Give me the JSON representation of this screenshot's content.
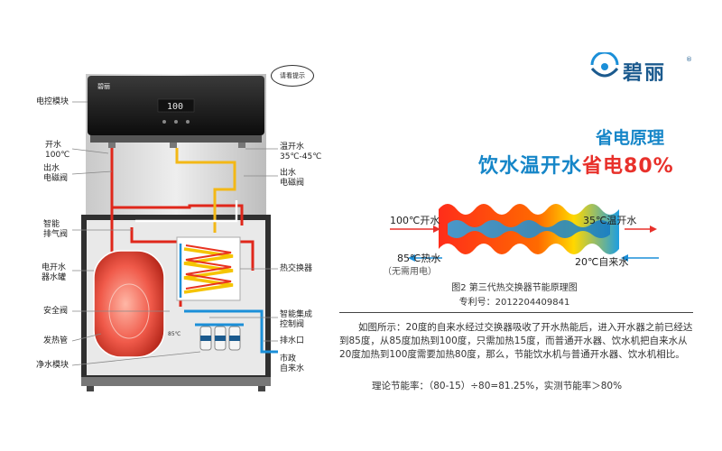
{
  "brand": {
    "name": "碧丽",
    "reg": "®"
  },
  "machine": {
    "bubble": "请看提示",
    "display_logo": "碧丽",
    "display_text": "100",
    "labels_left": {
      "control_module": "电控模块",
      "hot_water": "开水\n100℃",
      "outlet_valve": "出水\n电磁阀",
      "smart_vent": "智能\n排气阀",
      "tank": "电开水\n器水罐",
      "safety_valve": "安全阀",
      "heating_tube": "发热管",
      "purify_module": "净水模块"
    },
    "labels_right": {
      "warm_water": "温开水\n35℃-45℃",
      "outlet_valve_r": "出水\n电磁阀",
      "heat_exchanger": "热交换器",
      "smart_control_valve": "智能集成\n控制阀",
      "drain": "排水口",
      "tap_water": "市政\n自来水"
    },
    "temp_tag": "85℃"
  },
  "heading": {
    "line1": "省电原理",
    "line2_blue": "饮水温开水",
    "line2_red": "省电80%"
  },
  "exchanger": {
    "in_hot": "100℃开水",
    "out_warm": "35℃温开水",
    "hot_85": "85℃热水",
    "no_power": "（无需用电）",
    "cold_in": "20℃自来水"
  },
  "caption": {
    "title": "图2 第三代热交换器节能原理图",
    "patent": "专利号：2012204409841"
  },
  "paragraph": "如图所示：20度的自来水经过交换器吸收了开水热能后，进入开水器之前已经达到85度，从85度加热到100度，只需加热15度，而普通开水器、饮水机把自来水从20度加热到100度需要加热80度，那么，节能饮水机与普通开水器、饮水机相比。",
  "formula": "理论节能率：（80-15）÷80=81.25%，实测节能率＞80%"
}
